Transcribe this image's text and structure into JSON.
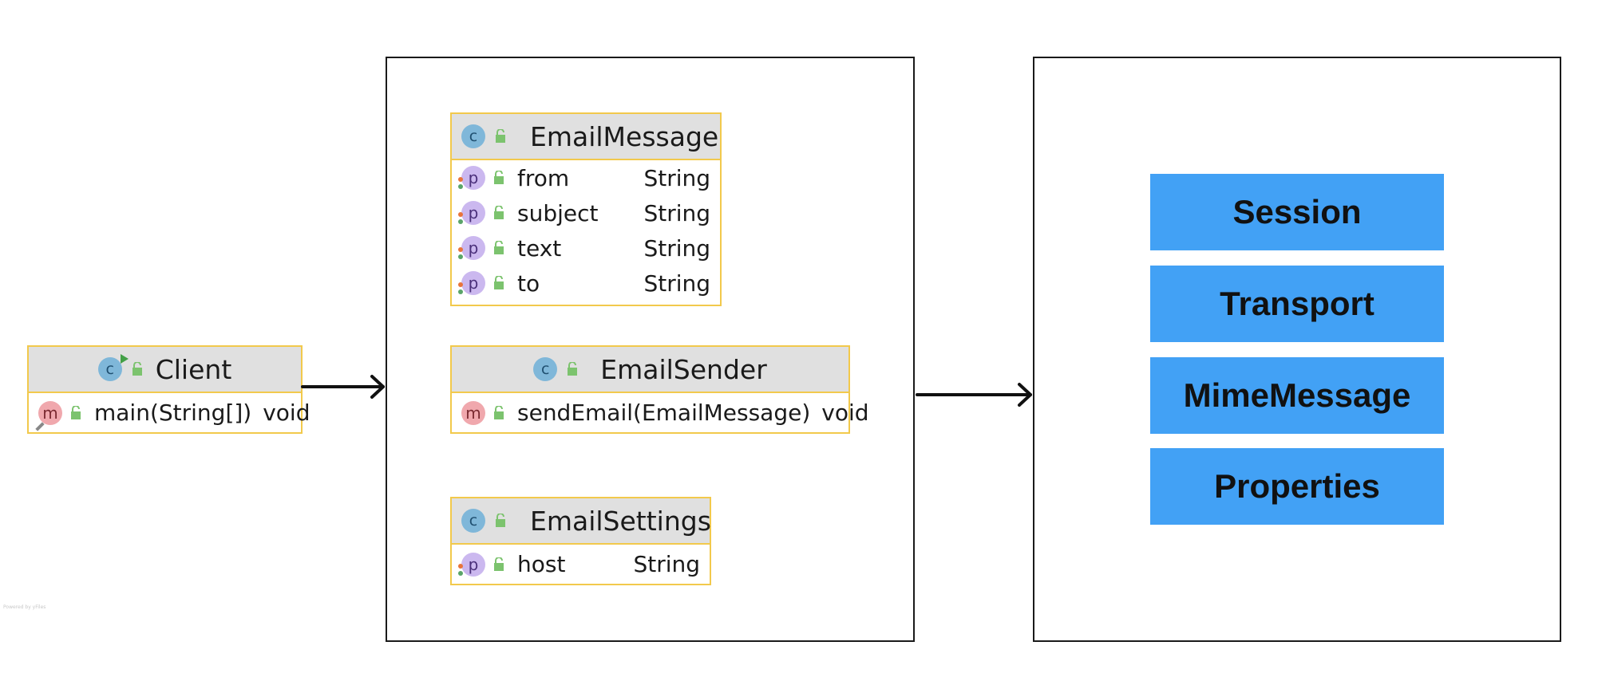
{
  "client": {
    "class_name": "Client",
    "class_icon": "c",
    "members": [
      {
        "icon": "m",
        "name": "main(String[])",
        "type": "void"
      }
    ]
  },
  "email_message": {
    "class_name": "EmailMessage",
    "class_icon": "c",
    "members": [
      {
        "icon": "p",
        "name": "from",
        "type": "String"
      },
      {
        "icon": "p",
        "name": "subject",
        "type": "String"
      },
      {
        "icon": "p",
        "name": "text",
        "type": "String"
      },
      {
        "icon": "p",
        "name": "to",
        "type": "String"
      }
    ]
  },
  "email_sender": {
    "class_name": "EmailSender",
    "class_icon": "c",
    "members": [
      {
        "icon": "m",
        "name": "sendEmail(EmailMessage)",
        "type": "void"
      }
    ]
  },
  "email_settings": {
    "class_name": "EmailSettings",
    "class_icon": "c",
    "members": [
      {
        "icon": "p",
        "name": "host",
        "type": "String"
      }
    ]
  },
  "library": {
    "items": [
      "Session",
      "Transport",
      "MimeMessage",
      "Properties"
    ],
    "color": "#42a1f5"
  },
  "colors": {
    "uml_border": "#f2c94c",
    "uml_header": "#e0e0e0",
    "frame": "#1a1a1a"
  },
  "watermark": "Powered by yFiles"
}
